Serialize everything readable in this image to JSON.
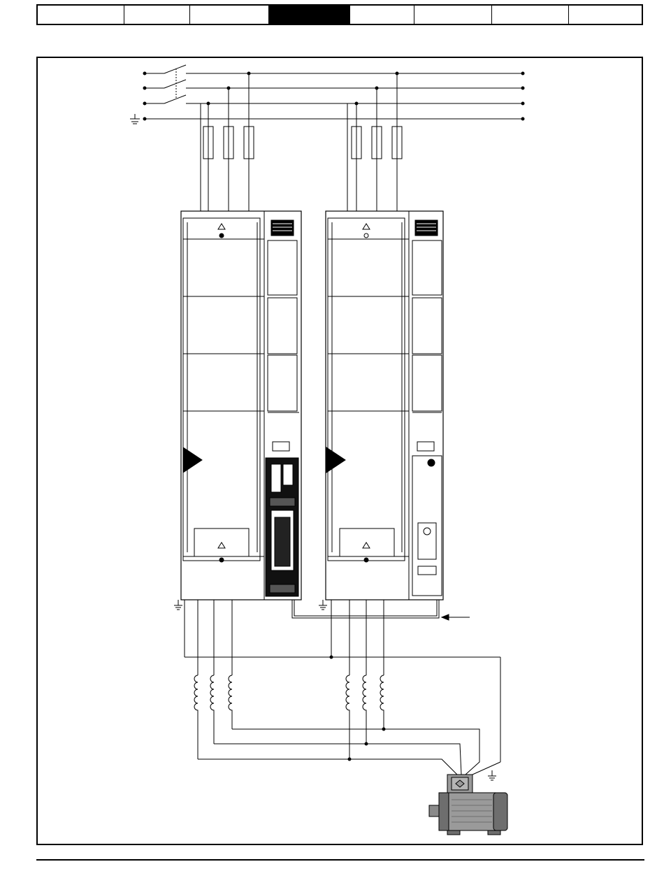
{
  "header": {
    "tabs": [
      {
        "label": "",
        "active": false
      },
      {
        "label": "",
        "active": false
      },
      {
        "label": "",
        "active": false
      },
      {
        "label": "",
        "active": true
      },
      {
        "label": "",
        "active": false
      },
      {
        "label": "",
        "active": false
      },
      {
        "label": "",
        "active": false
      },
      {
        "label": "",
        "active": false
      }
    ]
  },
  "diagram": {
    "supply_phases": 3,
    "drive_modules": 2,
    "fuses_per_module": 3,
    "output_inductors_per_module": 3,
    "motor_count": 1,
    "colors": {
      "line": "#000000",
      "motor_body": "#9a9a9a",
      "motor_dark": "#6e6e6e"
    }
  }
}
